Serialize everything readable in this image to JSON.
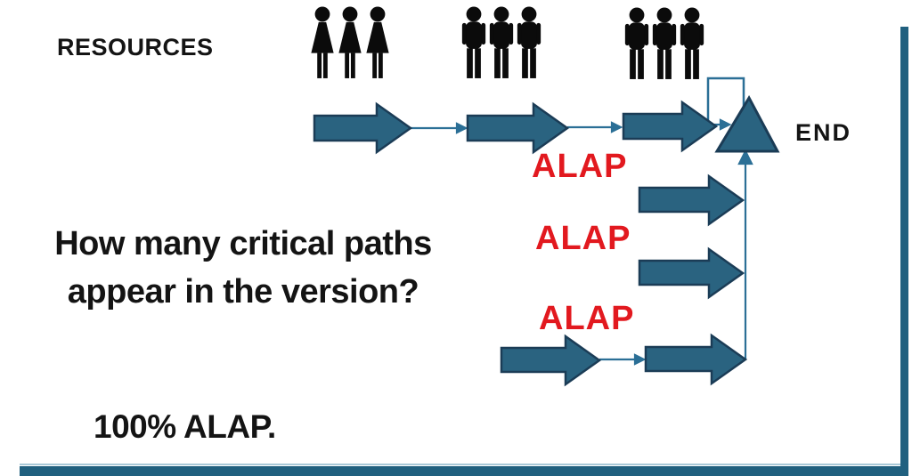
{
  "slide": {
    "resources_label": "RESOURCES",
    "end_label": "END",
    "question": "How many critical paths appear in the version?",
    "conclusion": "100% ALAP.",
    "alap_labels": [
      "ALAP",
      "ALAP",
      "ALAP"
    ],
    "resource_groups": [
      {
        "type": "female",
        "count": 3
      },
      {
        "type": "male",
        "count": 3
      },
      {
        "type": "male",
        "count": 3
      }
    ],
    "colors": {
      "arrow_fill": "#2a6380",
      "arrow_outline": "#1b3c56",
      "connector_line": "#2b6f96",
      "alap_red": "#e2191f",
      "text": "#141414",
      "border_bar": "#20607f"
    }
  }
}
